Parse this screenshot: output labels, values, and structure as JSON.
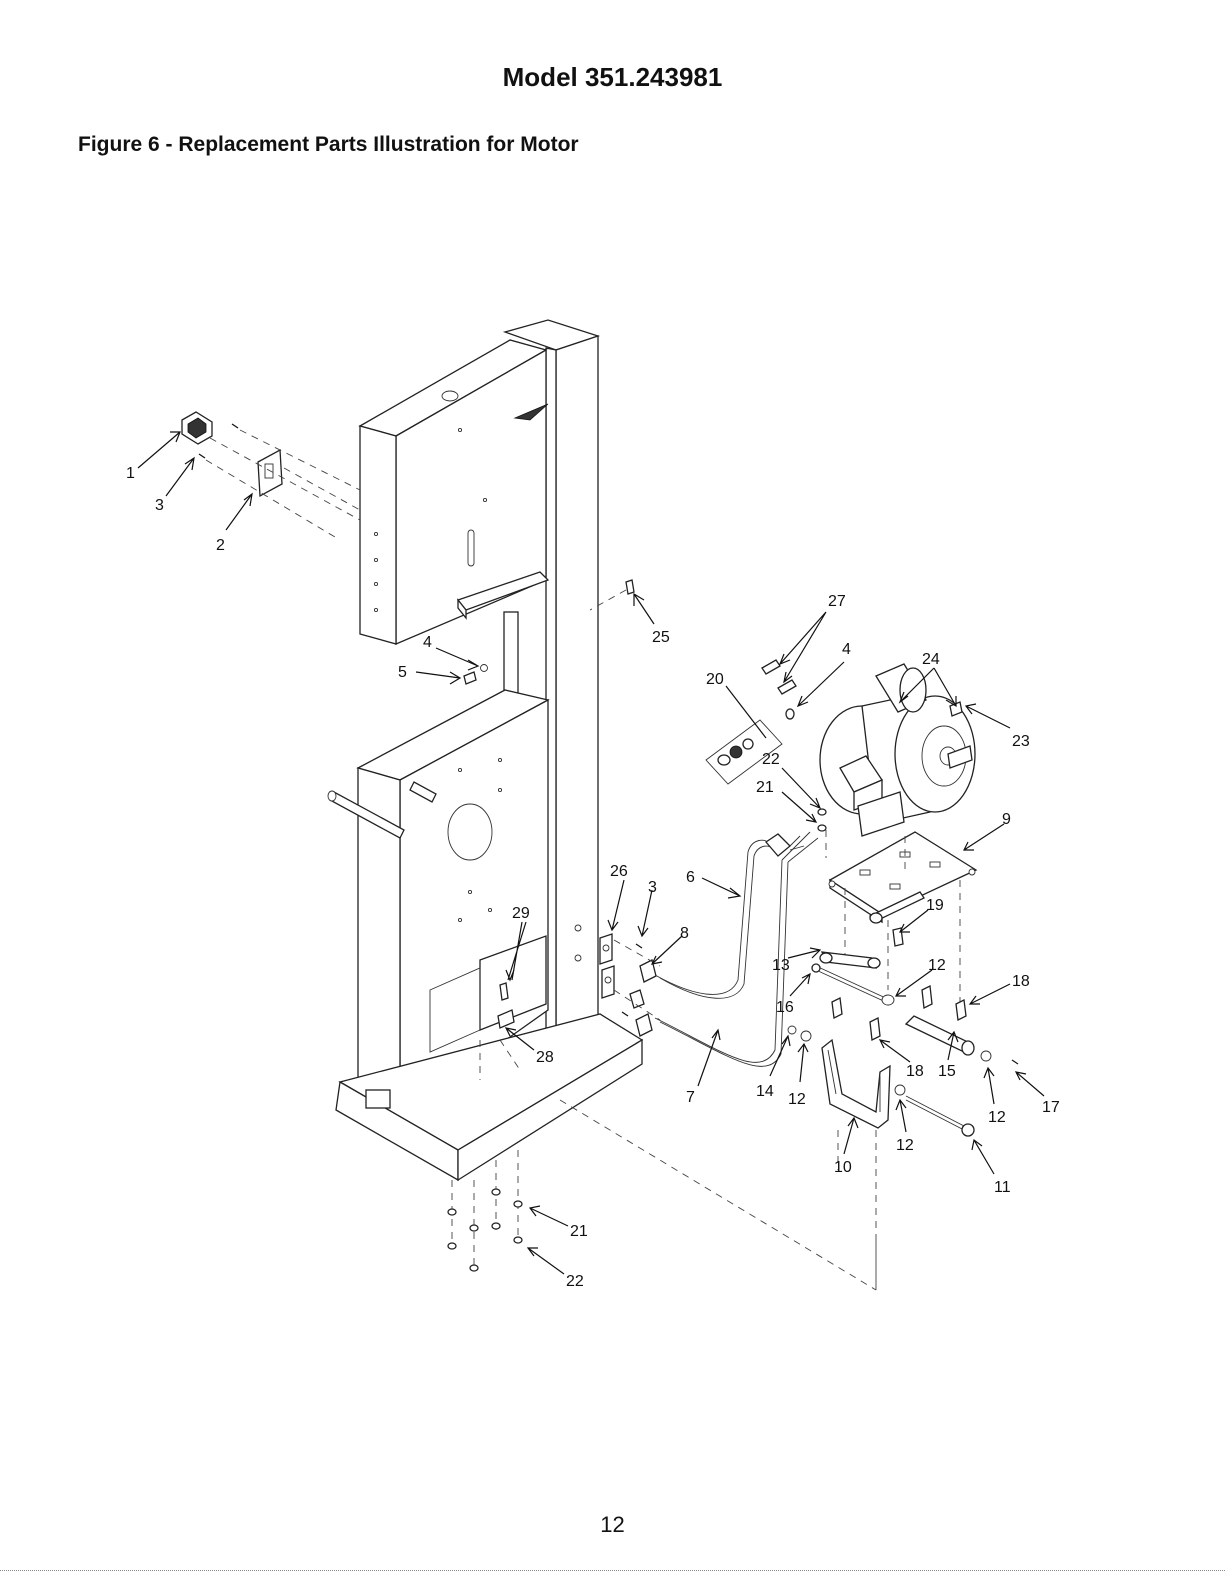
{
  "header": {
    "model": "Model 351.243981",
    "figure_title": "Figure 6 - Replacement Parts Illustration for Motor"
  },
  "footer": {
    "page_number": "12"
  },
  "callouts": [
    "1",
    "2",
    "3",
    "4",
    "5",
    "25",
    "27",
    "4",
    "24",
    "20",
    "23",
    "22",
    "21",
    "9",
    "26",
    "3",
    "6",
    "19",
    "29",
    "8",
    "13",
    "12",
    "18",
    "16",
    "28",
    "18",
    "15",
    "14",
    "12",
    "7",
    "12",
    "17",
    "12",
    "10",
    "11",
    "21",
    "22"
  ]
}
